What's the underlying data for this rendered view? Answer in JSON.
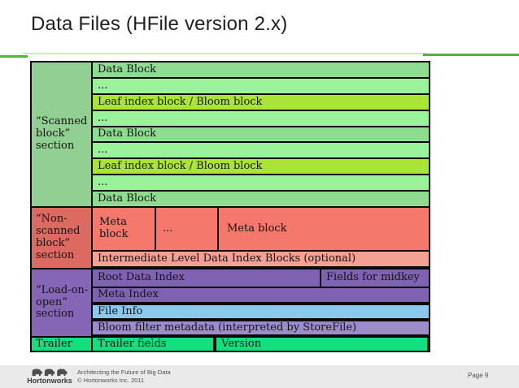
{
  "slide": {
    "title": "Data Files (HFile version 2.x)"
  },
  "diagram": {
    "scanned": {
      "label": "“Scanned block” section",
      "rows": [
        "Data Block",
        "...",
        "Leaf index block / Bloom block",
        "...",
        "Data Block",
        "...",
        "Leaf index block / Bloom block",
        "...",
        "Data Block"
      ]
    },
    "non_scanned": {
      "label": "“Non-scanned block” section",
      "meta_cells": [
        "Meta block",
        "...",
        "Meta block"
      ],
      "intermediate": "Intermediate Level Data Index Blocks (optional)"
    },
    "load_on_open": {
      "label": "“Load-on-open” section",
      "root_data_index": "Root Data Index",
      "fields_for_midkey": "Fields for midkey",
      "meta_index": "Meta Index",
      "file_info": "File Info",
      "bloom_filter": "Bloom filter metadata (interpreted by StoreFile)"
    },
    "trailer": {
      "label": "Trailer",
      "fields": "Trailer fields",
      "version": "Version"
    }
  },
  "footer": {
    "brand": "Hortonworks",
    "tagline": "Architecting the Future of Big Data",
    "copyright": "© Hortonworks Inc. 2011",
    "page": "Page 9"
  },
  "colors": {
    "scanned_label": "#92cf92",
    "data_block": "#8edc90",
    "dots_row": "#9af29b",
    "leaf_index": "#a9e437",
    "non_scanned_label": "#dc6a60",
    "meta_block": "#f4796c",
    "intermediate": "#f4a093",
    "load_label": "#8566b6",
    "purple_row": "#7f63b2",
    "file_info": "#8ac8ee",
    "bloom_row": "#9d8ccb",
    "trailer_green": "#12e07f",
    "rule_light": "#cfe9c5",
    "rule_dark": "#58b13c",
    "footer_bg": "#eaeaea"
  }
}
